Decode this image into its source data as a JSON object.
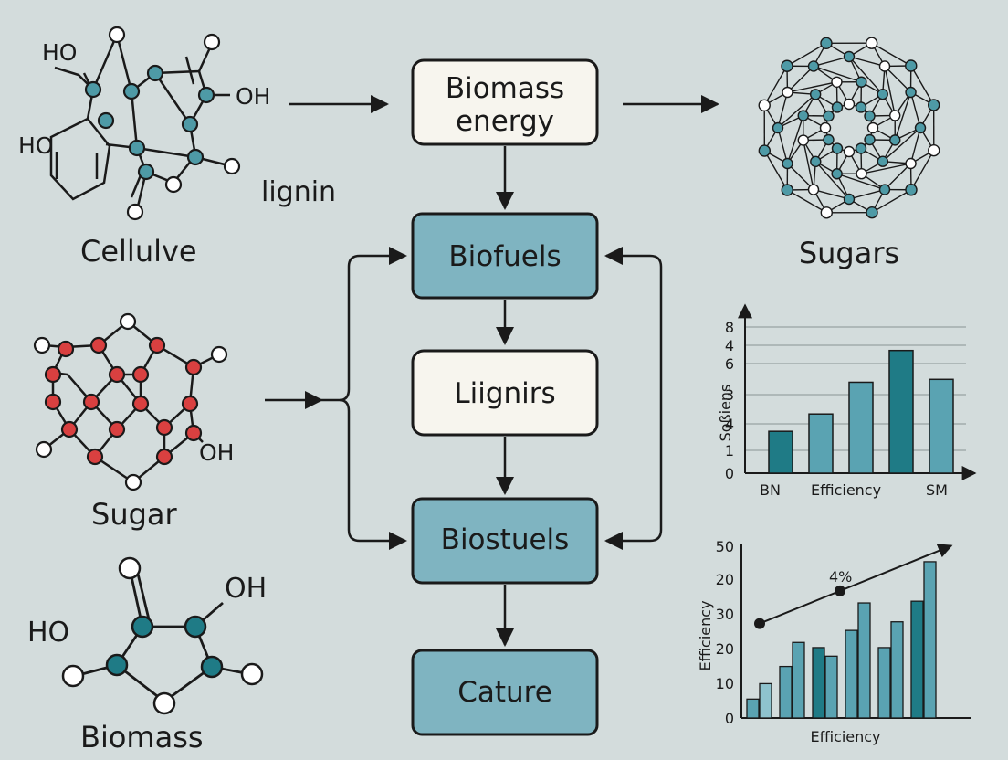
{
  "colors": {
    "background": "#d3dcdc",
    "box_light": "#f7f5ee",
    "box_teal": "#7fb4c1",
    "teal_dark": "#1f7b86",
    "teal_mid": "#5aa3b2",
    "teal_light": "#8ec3ce",
    "red_node": "#d94040",
    "teal_node": "#4e9aa6",
    "outline": "#1a1a1a"
  },
  "flow": {
    "box1_line1": "Biomass",
    "box1_line2": "energy",
    "box2": "Biofuels",
    "box3": "Liignirs",
    "box4": "Biostuels",
    "box5": "Cature"
  },
  "molecules": {
    "m1_ho_top": "HO",
    "m1_oh": "OH",
    "m1_ho_side": "HO",
    "m1_side": "lignin",
    "m1_name": "Cellulve",
    "m2_oh": "OH",
    "m2_name": "Sugar",
    "m3_oh": "OH",
    "m3_ho": "HO",
    "m3_name": "Biomass",
    "network_name": "Sugars"
  },
  "chart_data": [
    {
      "type": "bar",
      "ylabel": "Soßiens",
      "x_tick_labels": [
        "BN",
        "Efficiency",
        "SM"
      ],
      "y_tick_labels": [
        "0",
        "1",
        "4",
        "3",
        "6",
        "4",
        "8"
      ],
      "bars": [
        {
          "value": 2.9,
          "shade": "dark"
        },
        {
          "value": 4.1,
          "shade": "mid"
        },
        {
          "value": 6.3,
          "shade": "mid"
        },
        {
          "value": 8.5,
          "shade": "dark"
        },
        {
          "value": 6.5,
          "shade": "mid"
        }
      ],
      "ylim": [
        0,
        10
      ]
    },
    {
      "type": "bar",
      "ylabel": "Efficiency",
      "xlabel": "Efficiency",
      "y_tick_labels": [
        "0",
        "10",
        "20",
        "30",
        "20",
        "50"
      ],
      "groups": [
        [
          5.5,
          10
        ],
        [
          15,
          22
        ],
        [
          20.5,
          18
        ],
        [
          25.5,
          33.5
        ],
        [
          20.5,
          28
        ],
        [
          34,
          45.5
        ]
      ],
      "group_shades": [
        [
          "mid",
          "light"
        ],
        [
          "mid",
          "mid"
        ],
        [
          "dark",
          "mid"
        ],
        [
          "mid",
          "mid"
        ],
        [
          "mid",
          "mid"
        ],
        [
          "dark",
          "mid"
        ]
      ],
      "ylim": [
        0,
        50
      ],
      "trend_points": [
        {
          "x": 0,
          "y": 27.5
        },
        {
          "x": 2.2,
          "y": 37
        }
      ],
      "trend_label": "4%"
    }
  ]
}
